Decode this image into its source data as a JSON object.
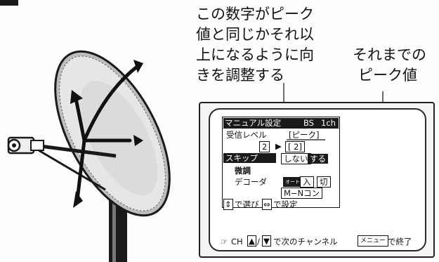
{
  "callouts": {
    "left_lines": [
      "この数字がピーク",
      "値と同じかそれ以",
      "上になるように向",
      "きを調整する"
    ],
    "right_lines": [
      "それまでの",
      "ピーク値"
    ]
  },
  "osd": {
    "title": "マニュアル設定",
    "band": "BS",
    "channel": "1ch",
    "signal_level_label": "受信レベル",
    "peak_label": "[ピーク]",
    "current_value": "2",
    "peak_value": "[   2]",
    "skip_label": "スキップ",
    "skip_off": "しない",
    "skip_on": "する",
    "fine_tune_label": "微調",
    "decoder_label": "デコーダ",
    "decoder_auto": "オート",
    "decoder_on": "入",
    "decoder_off": "切",
    "decoder_type": "M−Nコン",
    "select_hint": "で選び",
    "set_hint": "で設定",
    "ch_label": "CH",
    "next_channel_hint": "で次のチャンネル",
    "menu_key": "メニュー",
    "exit_hint": "で終了"
  },
  "colors": {
    "ink": "#111111",
    "inverse_bg": "#1a1a1a",
    "paper": "#fdfdfd"
  }
}
